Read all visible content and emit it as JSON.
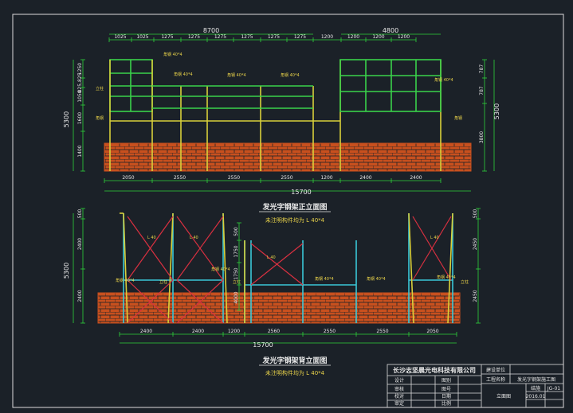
{
  "colors": {
    "background": "#1b2128",
    "frame": "#dcdcdc",
    "dimension": "#2fd23a",
    "steel_yellow": "#d8d03a",
    "steel_green": "#3ad24a",
    "steel_cyan": "#3ac8d8",
    "brace_red": "#d83040",
    "brick": "#c8501e"
  },
  "front_view": {
    "title": "发光字钢架正立面图",
    "note": "未注明构件均为 L 40*4",
    "top_total_left": "8700",
    "top_total_right": "4800",
    "top_segments": [
      "1025",
      "1025",
      "1275",
      "1275",
      "1275",
      "1275",
      "1275",
      "1275",
      "1200",
      "1200",
      "1200",
      "1200"
    ],
    "bottom_segments": [
      "2050",
      "2550",
      "2550",
      "2550",
      "1200",
      "2400",
      "2400"
    ],
    "bottom_total": "15700",
    "left_total": "5300",
    "left_dims": [
      "1250",
      "825,825",
      "1050",
      "1600",
      "1400"
    ],
    "right_total": "5300",
    "right_dims": [
      "787",
      "787",
      "3800"
    ],
    "labels": [
      "角钢 40*4",
      "角钢 40*4",
      "角钢 40*4",
      "角钢 40*4",
      "角钢 40*4",
      "立柱",
      "角钢",
      "角钢"
    ]
  },
  "back_view": {
    "title": "发光字钢架背立面图",
    "note": "未注明构件均为 L 40*4",
    "bottom_segments": [
      "2400",
      "2400",
      "1200",
      "2560",
      "2550",
      "2550",
      "2050"
    ],
    "bottom_total": "15700",
    "left_total": "5300",
    "left_dims": [
      "500",
      "2400",
      "2400"
    ],
    "right_dims": [
      "500",
      "2450",
      "2450"
    ],
    "mid_dims": [
      "500",
      "1750",
      "1750",
      "4000"
    ],
    "labels": [
      "L 40",
      "L 40",
      "L 40",
      "L 40",
      "角钢 40*4",
      "角钢 40*4",
      "角钢 40*4",
      "角钢 40*4",
      "角钢 40*4",
      "立柱",
      "立柱",
      "立柱"
    ]
  },
  "title_block": {
    "company": "长沙志坚晨光电科技有限公司",
    "project_label": "建设单位",
    "project_name_label": "工程名称",
    "project_name": "发光字钢架施工图",
    "drawing_name": "立面图",
    "row_labels": [
      "设计",
      "审核",
      "校对",
      "审定"
    ],
    "row_right": [
      "图别",
      "图号",
      "日期",
      "比例"
    ],
    "row_values": [
      "结施",
      "JG-01",
      "2016.01",
      ""
    ]
  }
}
